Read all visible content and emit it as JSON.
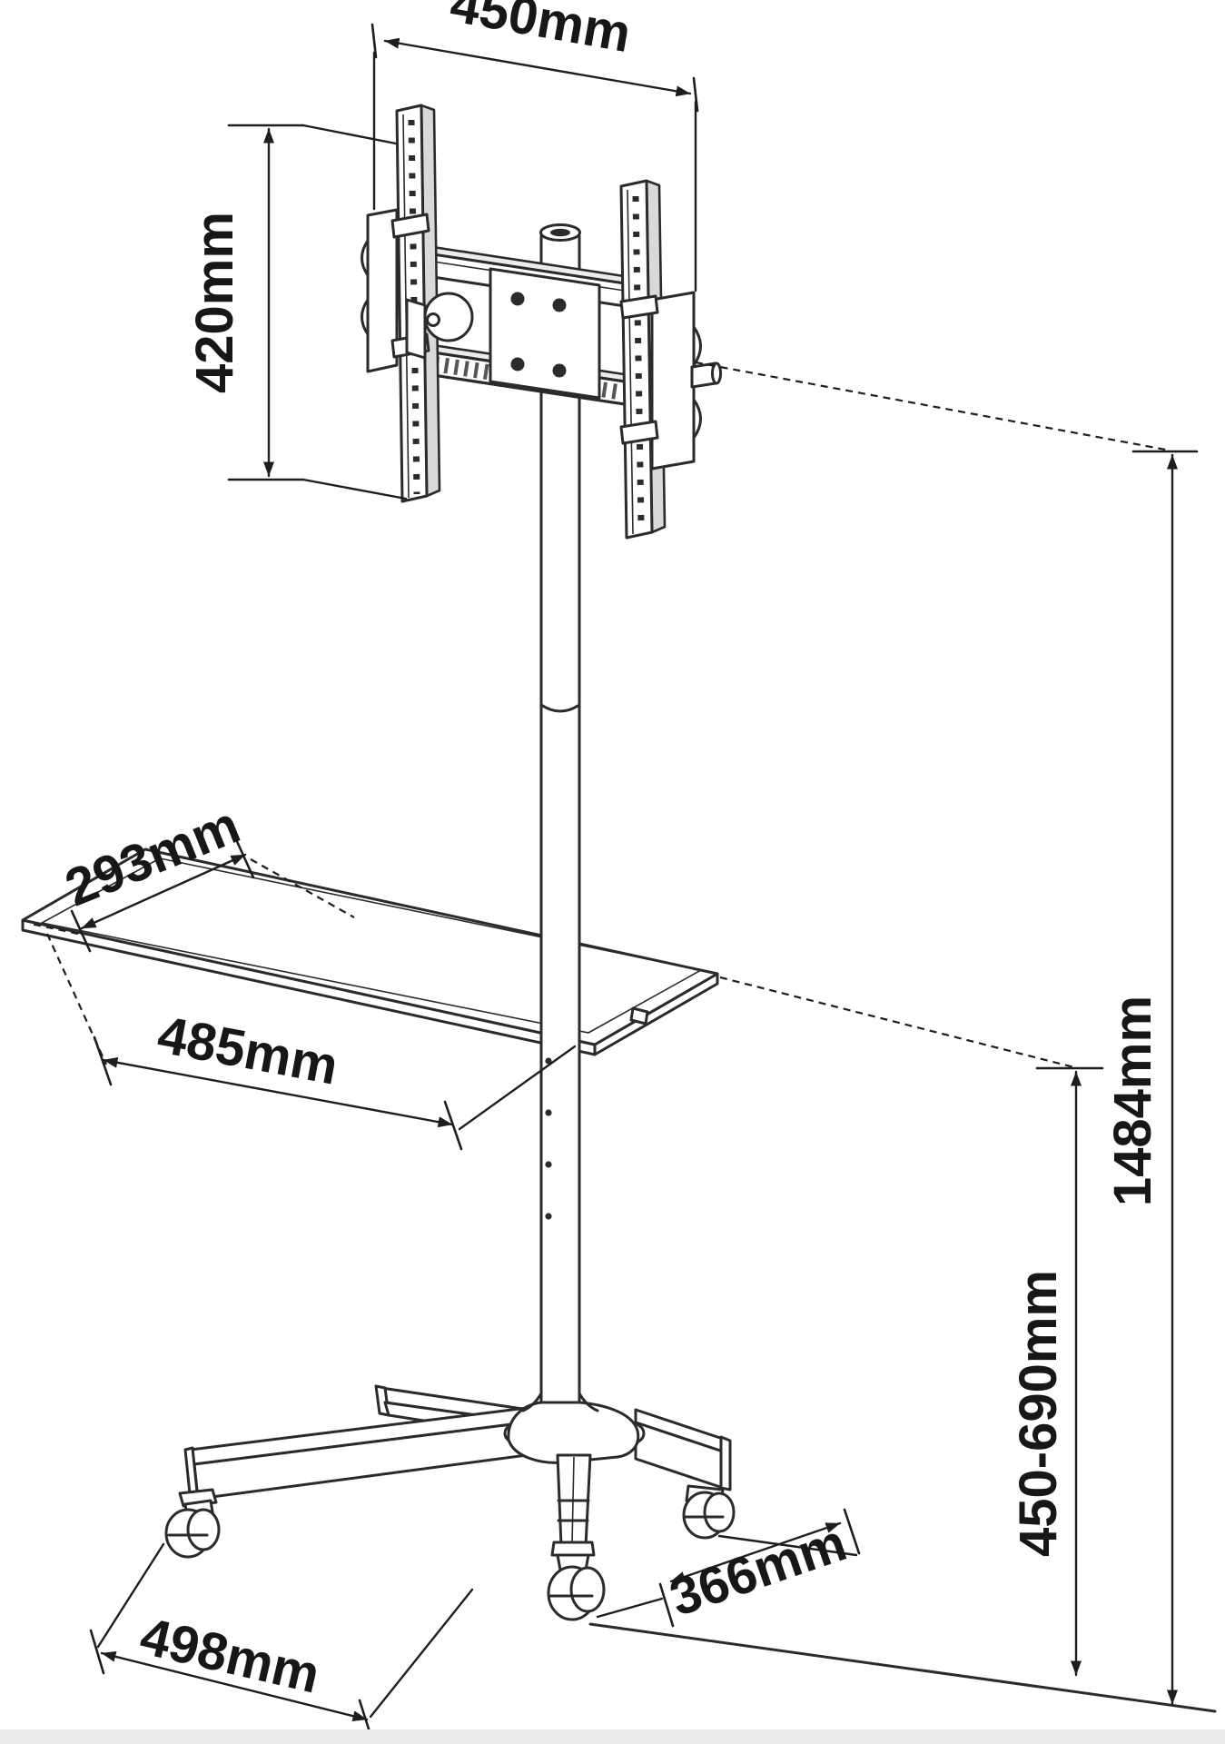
{
  "diagram": {
    "dimensions": {
      "mount_width": "450mm",
      "mount_height": "420mm",
      "shelf_depth": "293mm",
      "shelf_width": "485mm",
      "total_height": "1484mm",
      "adjustable_height": "450-690mm",
      "base_side_depth": "366mm",
      "base_front_width": "498mm"
    },
    "colors": {
      "line": "#2b2b2b",
      "background": "#ffffff",
      "shade": "#d9d9d9"
    }
  }
}
